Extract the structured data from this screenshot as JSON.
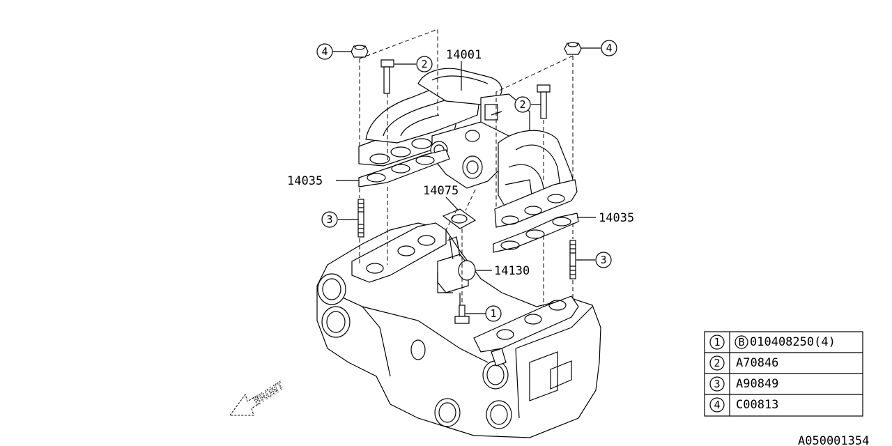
{
  "diagram_code": "A050001354",
  "front_label": "FRONT",
  "part_labels": {
    "manifold": "14001",
    "gasket_left": "14035",
    "gasket_right": "14035",
    "throttle_gasket": "14075",
    "coolant_pipe": "14130"
  },
  "callouts": {
    "c4_left": "4",
    "c2_left": "2",
    "c2_right": "2",
    "c4_right": "4",
    "c3_left": "3",
    "c3_right": "3",
    "c1": "1"
  },
  "legend": {
    "rows": [
      {
        "num": "1",
        "badge": "B",
        "code": "010408250(4)"
      },
      {
        "num": "2",
        "code": "A70846"
      },
      {
        "num": "3",
        "code": "A90849"
      },
      {
        "num": "4",
        "code": "C00813"
      }
    ]
  }
}
